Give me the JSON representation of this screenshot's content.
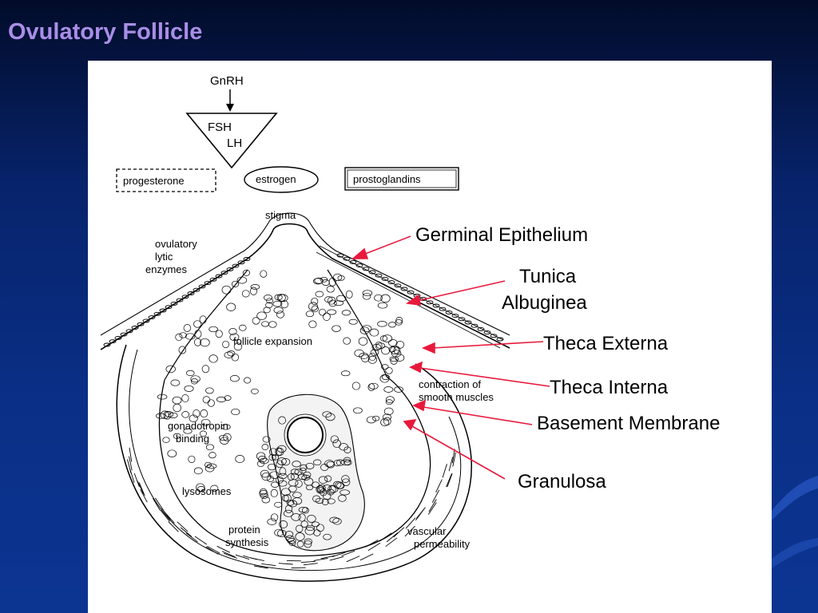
{
  "slide": {
    "title": "Ovulatory Follicle",
    "title_color": "#a98ee6"
  },
  "diagram": {
    "hormones": {
      "gnrh": "GnRH",
      "fsh": "FSH",
      "lh": "LH",
      "progesterone": "progesterone",
      "estrogen": "estrogen",
      "prostaglandins": "prostoglandins"
    },
    "small_labels": {
      "stigma": "stigma",
      "enzymes_1": "ovulatory",
      "enzymes_2": "lytic",
      "enzymes_3": "enzymes",
      "expansion": "follicle expansion",
      "contraction_1": "contraction of",
      "contraction_2": "smooth muscles",
      "gonadotropin_1": "gonadotropin",
      "gonadotropin_2": "binding",
      "lysosomes": "lysosomes",
      "protein_1": "protein",
      "protein_2": "synthesis",
      "vascular_1": "vascular",
      "vascular_2": "permeability"
    },
    "callouts": {
      "germinal": "Germinal Epithelium",
      "tunica_1": "Tunica",
      "tunica_2": "Albuginea",
      "theca_externa": "Theca Externa",
      "theca_interna": "Theca Interna",
      "basement": "Basement Membrane",
      "granulosa": "Granulosa"
    },
    "arrow_color": "#e8193c"
  }
}
